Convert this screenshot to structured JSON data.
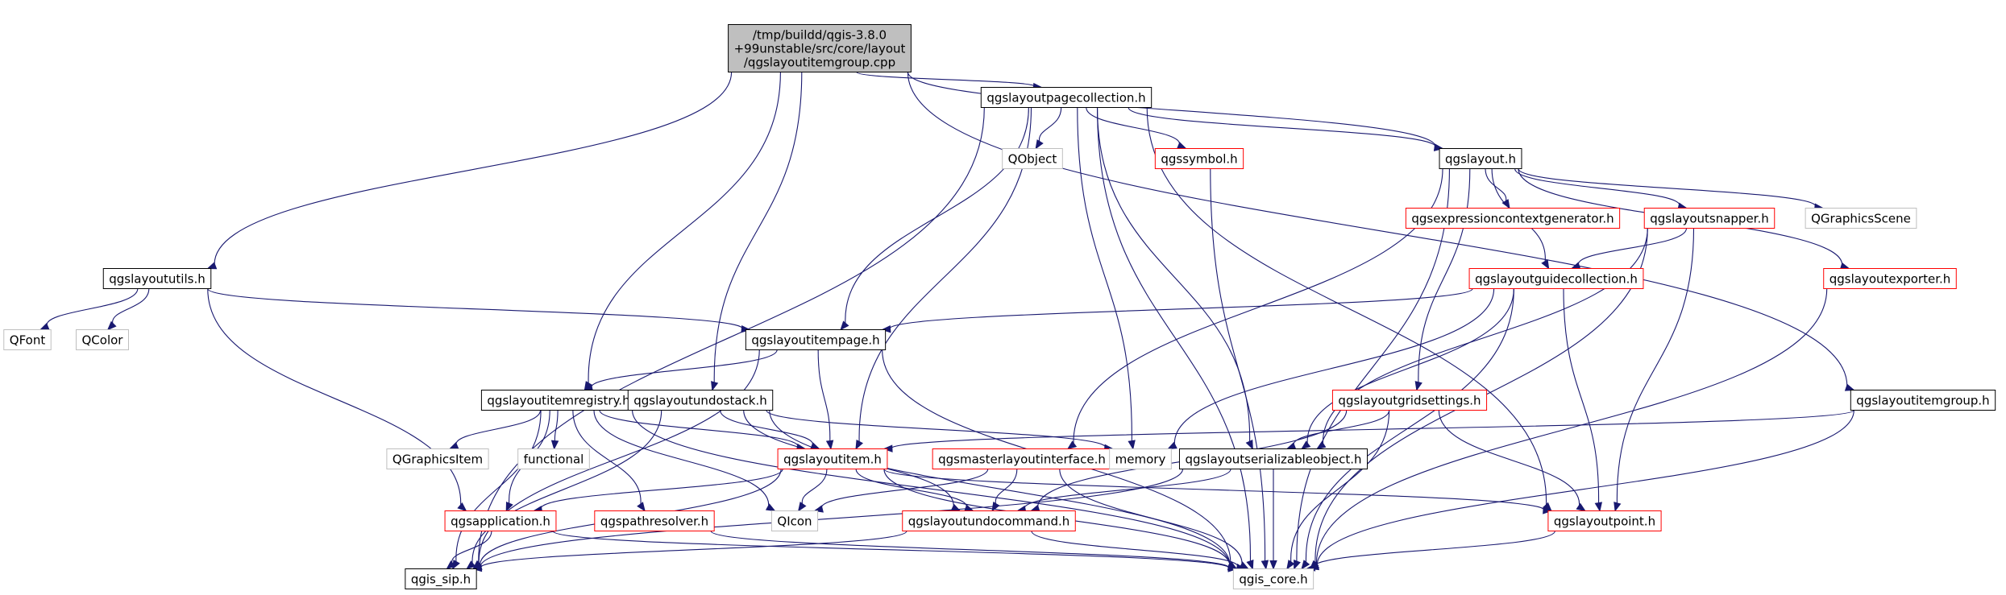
{
  "graph": {
    "nodes": [
      {
        "id": "root",
        "lines": [
          "/tmp/buildd/qgis-3.8.0",
          "+99unstable/src/core/layout",
          "/qgslayoutitemgroup.cpp"
        ],
        "kind": "root"
      },
      {
        "id": "pagecollection",
        "lines": [
          "qgslayoutpagecollection.h"
        ],
        "kind": "black"
      },
      {
        "id": "layouth",
        "lines": [
          "qgslayout.h"
        ],
        "kind": "black"
      },
      {
        "id": "utils",
        "lines": [
          "qgslayoututils.h"
        ],
        "kind": "black"
      },
      {
        "id": "qobject",
        "lines": [
          "QObject"
        ],
        "kind": "gray"
      },
      {
        "id": "qgssymbol",
        "lines": [
          "qgssymbol.h"
        ],
        "kind": "red"
      },
      {
        "id": "exprgen",
        "lines": [
          "qgsexpressioncontextgenerator.h"
        ],
        "kind": "red"
      },
      {
        "id": "snapper",
        "lines": [
          "qgslayoutsnapper.h"
        ],
        "kind": "red"
      },
      {
        "id": "gscene",
        "lines": [
          "QGraphicsScene"
        ],
        "kind": "gray"
      },
      {
        "id": "guidecoll",
        "lines": [
          "qgslayoutguidecollection.h"
        ],
        "kind": "red"
      },
      {
        "id": "exporter",
        "lines": [
          "qgslayoutexporter.h"
        ],
        "kind": "red"
      },
      {
        "id": "qfont",
        "lines": [
          "QFont"
        ],
        "kind": "gray"
      },
      {
        "id": "qcolor",
        "lines": [
          "QColor"
        ],
        "kind": "gray"
      },
      {
        "id": "itempage",
        "lines": [
          "qgslayoutitempage.h"
        ],
        "kind": "black"
      },
      {
        "id": "itemregistry",
        "lines": [
          "qgslayoutitemregistry.h"
        ],
        "kind": "black"
      },
      {
        "id": "undostack",
        "lines": [
          "qgslayoutundostack.h"
        ],
        "kind": "black"
      },
      {
        "id": "gridsettings",
        "lines": [
          "qgslayoutgridsettings.h"
        ],
        "kind": "red"
      },
      {
        "id": "itemgroup",
        "lines": [
          "qgslayoutitemgroup.h"
        ],
        "kind": "black"
      },
      {
        "id": "qgraphicsitem",
        "lines": [
          "QGraphicsItem"
        ],
        "kind": "gray"
      },
      {
        "id": "functional",
        "lines": [
          "functional"
        ],
        "kind": "gray"
      },
      {
        "id": "layoutitem",
        "lines": [
          "qgslayoutitem.h"
        ],
        "kind": "red"
      },
      {
        "id": "masteriface",
        "lines": [
          "qgsmasterlayoutinterface.h"
        ],
        "kind": "red"
      },
      {
        "id": "memory",
        "lines": [
          "memory"
        ],
        "kind": "gray"
      },
      {
        "id": "serializable",
        "lines": [
          "qgslayoutserializableobject.h"
        ],
        "kind": "black"
      },
      {
        "id": "qgsapp",
        "lines": [
          "qgsapplication.h"
        ],
        "kind": "red"
      },
      {
        "id": "pathresolver",
        "lines": [
          "qgspathresolver.h"
        ],
        "kind": "red"
      },
      {
        "id": "qicon",
        "lines": [
          "QIcon"
        ],
        "kind": "gray"
      },
      {
        "id": "undocommand",
        "lines": [
          "qgslayoutundocommand.h"
        ],
        "kind": "red"
      },
      {
        "id": "layoutpoint",
        "lines": [
          "qgslayoutpoint.h"
        ],
        "kind": "red"
      },
      {
        "id": "qgissip",
        "lines": [
          "qgis_sip.h"
        ],
        "kind": "black"
      },
      {
        "id": "qgiscore",
        "lines": [
          "qgis_core.h"
        ],
        "kind": "gray"
      }
    ],
    "edges": [
      [
        "root",
        "pagecollection"
      ],
      [
        "root",
        "layouth"
      ],
      [
        "root",
        "utils"
      ],
      [
        "root",
        "itemregistry"
      ],
      [
        "root",
        "undostack"
      ],
      [
        "root",
        "itemgroup"
      ],
      [
        "pagecollection",
        "qobject"
      ],
      [
        "pagecollection",
        "qgssymbol"
      ],
      [
        "pagecollection",
        "layouth"
      ],
      [
        "pagecollection",
        "itempage"
      ],
      [
        "pagecollection",
        "layoutitem"
      ],
      [
        "pagecollection",
        "memory"
      ],
      [
        "pagecollection",
        "serializable"
      ],
      [
        "pagecollection",
        "layoutpoint"
      ],
      [
        "pagecollection",
        "qgissip"
      ],
      [
        "pagecollection",
        "qgiscore"
      ],
      [
        "layouth",
        "exprgen"
      ],
      [
        "layouth",
        "snapper"
      ],
      [
        "layouth",
        "gscene"
      ],
      [
        "layouth",
        "guidecoll"
      ],
      [
        "layouth",
        "exporter"
      ],
      [
        "layouth",
        "gridsettings"
      ],
      [
        "layouth",
        "masteriface"
      ],
      [
        "layouth",
        "qgiscore"
      ],
      [
        "utils",
        "qfont"
      ],
      [
        "utils",
        "qcolor"
      ],
      [
        "utils",
        "itempage"
      ],
      [
        "utils",
        "qgsapp"
      ],
      [
        "qgssymbol",
        "qgiscore"
      ],
      [
        "snapper",
        "guidecoll"
      ],
      [
        "snapper",
        "serializable"
      ],
      [
        "snapper",
        "layoutpoint"
      ],
      [
        "snapper",
        "qgiscore"
      ],
      [
        "guidecoll",
        "itempage"
      ],
      [
        "guidecoll",
        "serializable"
      ],
      [
        "guidecoll",
        "memory"
      ],
      [
        "guidecoll",
        "layoutpoint"
      ],
      [
        "guidecoll",
        "qgiscore"
      ],
      [
        "exporter",
        "qgiscore"
      ],
      [
        "itempage",
        "itemregistry"
      ],
      [
        "itempage",
        "layoutitem"
      ],
      [
        "itempage",
        "qgissip"
      ],
      [
        "itempage",
        "qgiscore"
      ],
      [
        "itemregistry",
        "qgraphicsitem"
      ],
      [
        "itemregistry",
        "functional"
      ],
      [
        "itemregistry",
        "layoutitem"
      ],
      [
        "itemregistry",
        "qicon"
      ],
      [
        "itemregistry",
        "pathresolver"
      ],
      [
        "itemregistry",
        "qgsapp"
      ],
      [
        "itemregistry",
        "qgissip"
      ],
      [
        "itemregistry",
        "qgiscore"
      ],
      [
        "undostack",
        "layoutitem"
      ],
      [
        "undostack",
        "memory"
      ],
      [
        "undostack",
        "undocommand"
      ],
      [
        "undostack",
        "qgissip"
      ],
      [
        "undostack",
        "qgiscore"
      ],
      [
        "gridsettings",
        "serializable"
      ],
      [
        "gridsettings",
        "layoutpoint"
      ],
      [
        "gridsettings",
        "undocommand"
      ],
      [
        "gridsettings",
        "qgiscore"
      ],
      [
        "itemgroup",
        "layoutitem"
      ],
      [
        "itemgroup",
        "qgiscore"
      ],
      [
        "layoutitem",
        "qgsapp"
      ],
      [
        "layoutitem",
        "qicon"
      ],
      [
        "layoutitem",
        "undocommand"
      ],
      [
        "layoutitem",
        "layoutpoint"
      ],
      [
        "layoutitem",
        "qgissip"
      ],
      [
        "layoutitem",
        "qgiscore"
      ],
      [
        "masteriface",
        "qicon"
      ],
      [
        "masteriface",
        "undocommand"
      ],
      [
        "masteriface",
        "qgiscore"
      ],
      [
        "serializable",
        "undocommand"
      ],
      [
        "serializable",
        "qgissip"
      ],
      [
        "serializable",
        "qgiscore"
      ],
      [
        "qgsapp",
        "qgissip"
      ],
      [
        "qgsapp",
        "qgiscore"
      ],
      [
        "pathresolver",
        "qgiscore"
      ],
      [
        "undocommand",
        "qgissip"
      ],
      [
        "undocommand",
        "qgiscore"
      ],
      [
        "layoutpoint",
        "qgiscore"
      ]
    ],
    "colors": {
      "edge": "#191970",
      "border_black": "#000000",
      "border_red": "#ff0000",
      "border_gray": "#bfbfbf",
      "root_fill": "#bfbfbf",
      "node_fill": "#ffffff"
    }
  }
}
